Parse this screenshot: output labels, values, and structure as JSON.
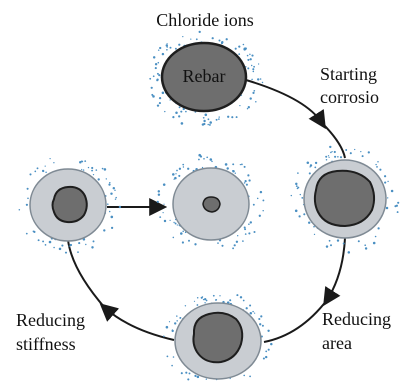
{
  "labels": {
    "chloride_ions": "Chloride ions",
    "rebar": "Rebar",
    "starting_corrosion_line1": "Starting",
    "starting_corrosion_line2": "corrosio",
    "reducing_area_line1": "Reducing",
    "reducing_area_line2": "area",
    "reducing_stiffness_line1": "Reducing",
    "reducing_stiffness_line2": "stiffness"
  },
  "colors": {
    "concrete_fill": "#c9cdd2",
    "concrete_edge": "#7f8a94",
    "rebar_fill": "#6e6e6e",
    "rebar_edge": "#1e1e1e",
    "chloride_dots": "#4a8fc2",
    "arrow": "#1a1a1a"
  }
}
